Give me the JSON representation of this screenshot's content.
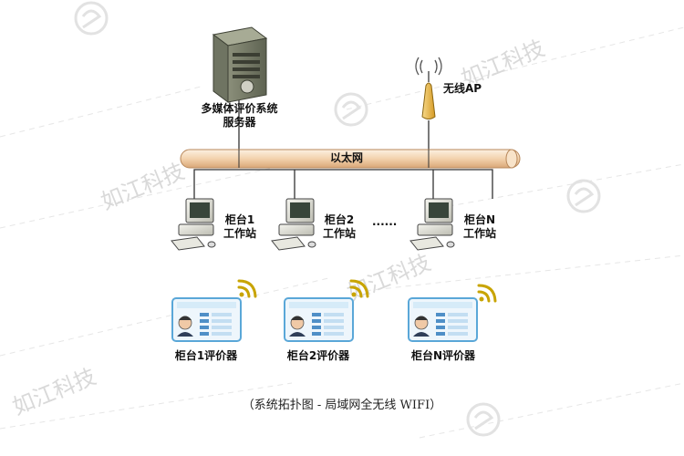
{
  "server": {
    "label_line1": "多媒体评价系统",
    "label_line2": "服务器"
  },
  "ap": {
    "label": "无线AP"
  },
  "network": {
    "label": "以太网"
  },
  "workstations": [
    {
      "line1": "柜台1",
      "line2": "工作站"
    },
    {
      "line1": "柜台2",
      "line2": "工作站"
    },
    {
      "line1": "柜台N",
      "line2": "工作站"
    }
  ],
  "ellipsis": "......",
  "evaluators": [
    {
      "label": "柜台1评价器"
    },
    {
      "label": "柜台2评价器"
    },
    {
      "label": "柜台N评价器"
    }
  ],
  "caption": "（系统拓扑图 - 局域网全无线 WIFI）",
  "watermark": {
    "text": "如江科技"
  },
  "colors": {
    "pipe": "#f6dcbc",
    "pipe_stroke": "#b7875a",
    "wifi": "#c8a400",
    "ap": "#e6b84a",
    "tablet_frame": "#5aa7d8"
  }
}
